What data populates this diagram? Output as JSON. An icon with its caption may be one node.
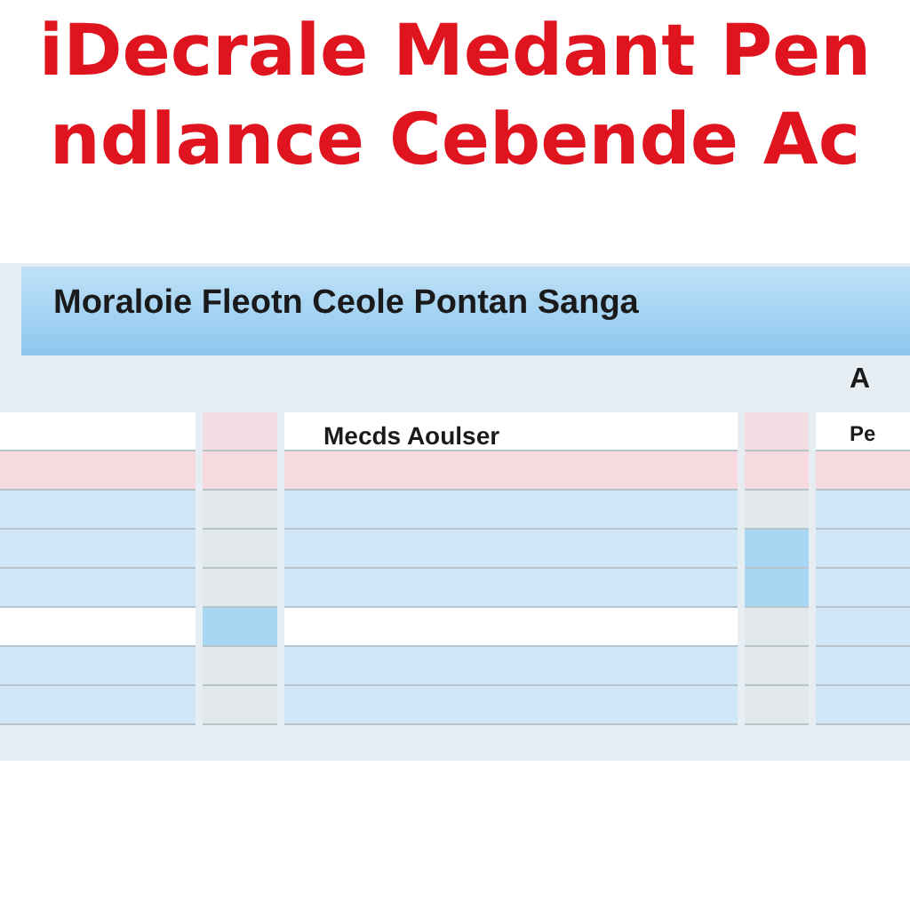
{
  "diagram": {
    "title": "iDecrale Medant Pen ndlance Cebende Ac",
    "labels": [
      "Moraloie Fleotn Ceole Pontan Sanga",
      "A",
      "Mecds Aoulser",
      "Pe"
    ]
  }
}
